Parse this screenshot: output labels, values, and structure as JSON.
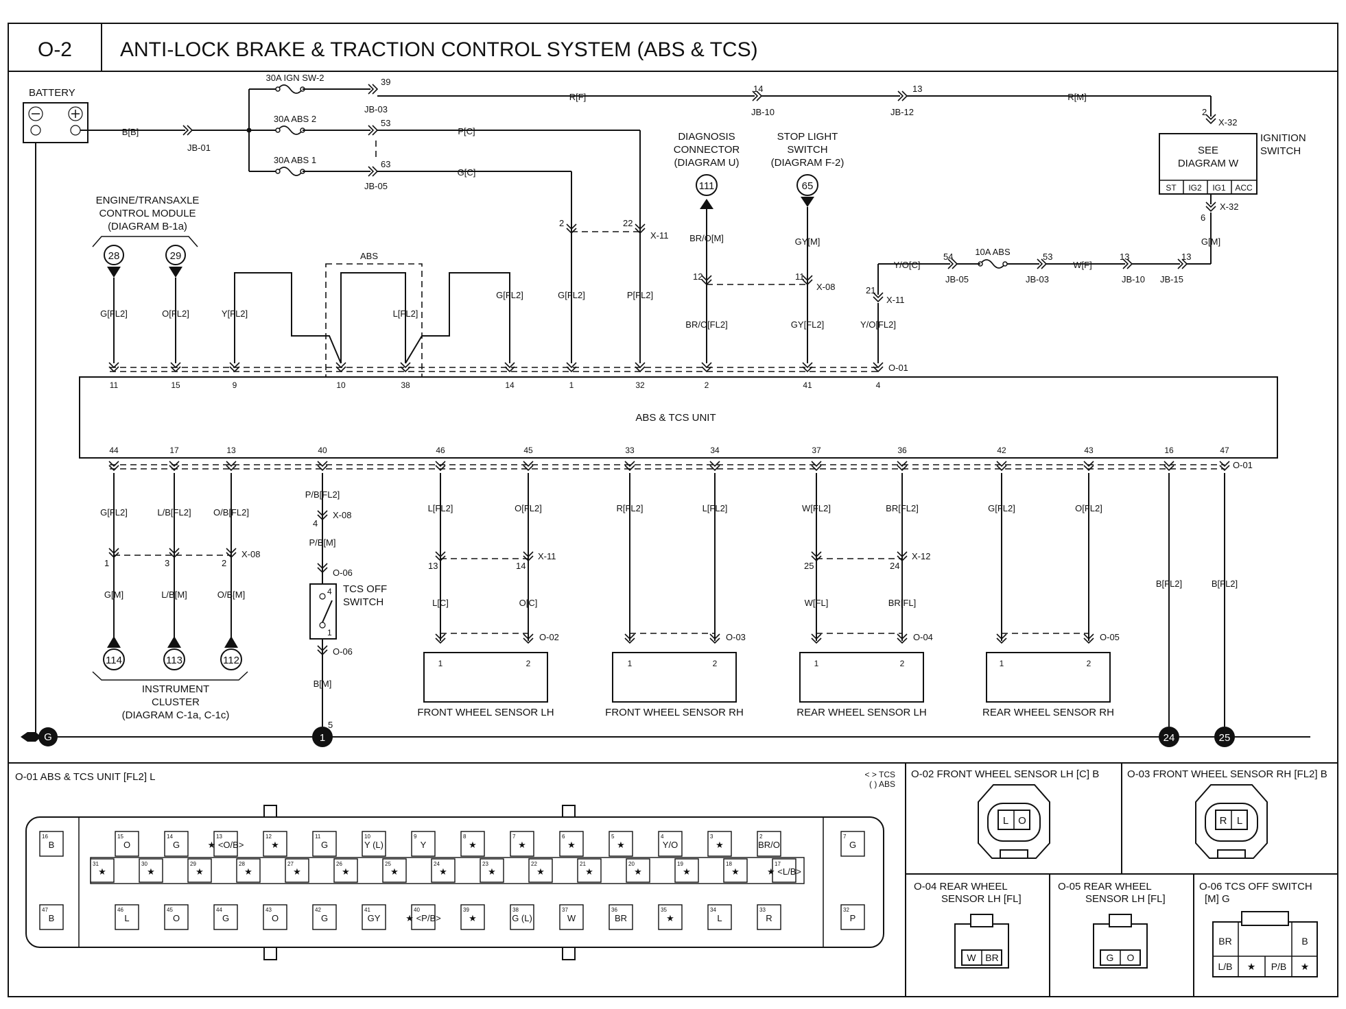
{
  "header": {
    "code": "O-2",
    "title": "ANTI-LOCK BRAKE & TRACTION CONTROL SYSTEM (ABS & TCS)"
  },
  "power": {
    "battery": "BATTERY",
    "battery_wire": "B[B]",
    "jb01": "JB-01",
    "fuse_ign": "30A IGN SW-2",
    "fuse_abs2": "30A ABS 2",
    "fuse_abs1": "30A ABS 1",
    "pin39": "39",
    "pin53": "53",
    "pin63": "63",
    "jb03": "JB-03",
    "jb05": "JB-05",
    "wire_rf": "R[F]",
    "wire_pc": "P[C]",
    "wire_gc": "G[C]",
    "jb10": "JB-10",
    "jb12": "JB-12",
    "pin14": "14",
    "pin13": "13",
    "wire_rm": "R[M]"
  },
  "ignition": {
    "see": "SEE",
    "diagram": "DIAGRAM W",
    "label1": "IGNITION",
    "label2": "SWITCH",
    "positions": [
      "ST",
      "IG2",
      "IG1",
      "ACC"
    ],
    "x32": "X-32",
    "pin2": "2",
    "pin6": "6",
    "wire_gm": "G[M]",
    "pin13a": "13",
    "pin13b": "13",
    "jb15": "JB-15",
    "jb10": "JB-10",
    "wire_wf": "W[F]",
    "pin53": "53",
    "jb03": "JB-03",
    "fuse10": "10A ABS",
    "pin54": "54",
    "jb05": "JB-05",
    "wire_yoc": "Y/O[C]",
    "pin21": "21",
    "x11": "X-11",
    "wire_yofl2": "Y/O[FL2]"
  },
  "diagnosis": {
    "l1": "DIAGNOSIS",
    "l2": "CONNECTOR",
    "l3": "(DIAGRAM U)",
    "ref": "111",
    "wire1": "BR/O[M]",
    "pin12": "12",
    "wire2": "BR/O[FL2]"
  },
  "stoplight": {
    "l1": "STOP LIGHT",
    "l2": "SWITCH",
    "l3": "(DIAGRAM F-2)",
    "ref": "65",
    "wire1": "GY[M]",
    "pin11": "11",
    "x08": "X-08",
    "wire2": "GY[FL2]"
  },
  "ecm": {
    "l1": "ENGINE/TRANSAXLE",
    "l2": "CONTROL MODULE",
    "l3": "(DIAGRAM B-1a)",
    "ref1": "28",
    "ref2": "29",
    "w1": "G[FL2]",
    "w2": "O[FL2]"
  },
  "top_wires": {
    "y": "Y[FL2]",
    "abs": "ABS",
    "l": "L[FL2]",
    "g": "G[FL2]",
    "g2": "G[FL2]",
    "p": "P[FL2]",
    "x11": "X-11",
    "pin2": "2",
    "pin22": "22"
  },
  "unit": {
    "label": "ABS & TCS UNIT",
    "top_pins": [
      "11",
      "15",
      "9",
      "10",
      "38",
      "14",
      "1",
      "32",
      "2",
      "41",
      "4"
    ],
    "bottom_pins": [
      "44",
      "17",
      "13",
      "40",
      "46",
      "45",
      "33",
      "34",
      "37",
      "36",
      "42",
      "43",
      "16",
      "47"
    ],
    "o01": "O-01",
    "o01b": "O-01"
  },
  "cluster": {
    "w_top": [
      "G[FL2]",
      "L/B[FL2]",
      "O/B[FL2]"
    ],
    "pins": [
      "1",
      "3",
      "2"
    ],
    "x08": "X-08",
    "w_bot": [
      "G[M]",
      "L/B[M]",
      "O/B[M]"
    ],
    "refs": [
      "114",
      "113",
      "112"
    ],
    "l1": "INSTRUMENT",
    "l2": "CLUSTER",
    "l3": "(DIAGRAM C-1a, C-1c)"
  },
  "tcs": {
    "w1": "P/B[FL2]",
    "pin4": "4",
    "x08": "X-08",
    "w2": "P/B[M]",
    "o06a": "O-06",
    "l1": "TCS OFF",
    "l2": "SWITCH",
    "pin4b": "4",
    "pin1": "1",
    "o06b": "O-06",
    "w3": "B[M]",
    "pin5": "5",
    "ground": "1"
  },
  "sensors": {
    "flh": {
      "w1": "L[FL2]",
      "w2": "O[FL2]",
      "p1": "13",
      "p2": "14",
      "x": "X-11",
      "w3": "L[C]",
      "w4": "O[C]",
      "conn": "O-02",
      "label": "FRONT WHEEL SENSOR LH"
    },
    "frh": {
      "w1": "R[FL2]",
      "w2": "L[FL2]",
      "conn": "O-03",
      "label": "FRONT WHEEL SENSOR RH"
    },
    "rlh": {
      "w1": "W[FL2]",
      "w2": "BR[FL2]",
      "p1": "25",
      "p2": "24",
      "x": "X-12",
      "w3": "W[FL]",
      "w4": "BR[FL]",
      "conn": "O-04",
      "label": "REAR WHEEL SENSOR LH"
    },
    "rrh": {
      "w1": "G[FL2]",
      "w2": "O[FL2]",
      "conn": "O-05",
      "label": "REAR WHEEL SENSOR RH"
    },
    "pin1": "1",
    "pin2": "2"
  },
  "grounds": {
    "g": "G",
    "w16": "B[FL2]",
    "w47": "B[FL2]",
    "g24": "24",
    "g25": "25"
  },
  "connectors": {
    "o01_title": "O-01 ABS & TCS UNIT [FL2] L",
    "legend_tcs": "< >  TCS",
    "legend_abs": "(  )  ABS",
    "o01_side_left": [
      {
        "n": "16",
        "c": "B"
      },
      {
        "n": "47",
        "c": "B"
      }
    ],
    "o01_side_right": [
      {
        "n": "7",
        "c": "G"
      },
      {
        "n": "32",
        "c": "P"
      }
    ],
    "o01_row1": [
      {
        "n": "15",
        "c": "O"
      },
      {
        "n": "14",
        "c": "G"
      },
      {
        "n": "13",
        "c": "★ <O/B>"
      },
      {
        "n": "12",
        "c": "★"
      },
      {
        "n": "11",
        "c": "G"
      },
      {
        "n": "10",
        "c": "Y (L)"
      },
      {
        "n": "9",
        "c": "Y"
      },
      {
        "n": "8",
        "c": "★"
      },
      {
        "n": "7",
        "c": "★"
      },
      {
        "n": "6",
        "c": "★"
      },
      {
        "n": "5",
        "c": "★"
      },
      {
        "n": "4",
        "c": "Y/O"
      },
      {
        "n": "3",
        "c": "★"
      },
      {
        "n": "2",
        "c": "BR/O"
      }
    ],
    "o01_row2": [
      {
        "n": "31",
        "c": "★"
      },
      {
        "n": "30",
        "c": "★"
      },
      {
        "n": "29",
        "c": "★"
      },
      {
        "n": "28",
        "c": "★"
      },
      {
        "n": "27",
        "c": "★"
      },
      {
        "n": "26",
        "c": "★"
      },
      {
        "n": "25",
        "c": "★"
      },
      {
        "n": "24",
        "c": "★"
      },
      {
        "n": "23",
        "c": "★"
      },
      {
        "n": "22",
        "c": "★"
      },
      {
        "n": "21",
        "c": "★"
      },
      {
        "n": "20",
        "c": "★"
      },
      {
        "n": "19",
        "c": "★"
      },
      {
        "n": "18",
        "c": "★"
      },
      {
        "n": "17",
        "c": "★ <L/B>"
      }
    ],
    "o01_row3": [
      {
        "n": "46",
        "c": "L"
      },
      {
        "n": "45",
        "c": "O"
      },
      {
        "n": "44",
        "c": "G"
      },
      {
        "n": "43",
        "c": "O"
      },
      {
        "n": "42",
        "c": "G"
      },
      {
        "n": "41",
        "c": "GY"
      },
      {
        "n": "40",
        "c": "★ <P/B>"
      },
      {
        "n": "39",
        "c": "★"
      },
      {
        "n": "38",
        "c": "G (L)"
      },
      {
        "n": "37",
        "c": "W"
      },
      {
        "n": "36",
        "c": "BR"
      },
      {
        "n": "35",
        "c": "★"
      },
      {
        "n": "34",
        "c": "L"
      },
      {
        "n": "33",
        "c": "R"
      }
    ],
    "o02_title": "O-02 FRONT WHEEL SENSOR LH [C] B",
    "o02_pins": [
      "L",
      "O"
    ],
    "o03_title": "O-03 FRONT WHEEL SENSOR RH [FL2] B",
    "o03_pins": [
      "R",
      "L"
    ],
    "o04_title1": "O-04 REAR WHEEL",
    "o04_title2": "SENSOR LH [FL]",
    "o04_pins": [
      "W",
      "BR"
    ],
    "o05_title1": "O-05 REAR WHEEL",
    "o05_title2": "SENSOR LH [FL]",
    "o05_pins": [
      "G",
      "O"
    ],
    "o06_title1": "O-06 TCS OFF SWITCH",
    "o06_title2": "[M] G",
    "o06_pins": [
      "BR",
      "B",
      "L/B",
      "★",
      "P/B",
      "★"
    ]
  }
}
